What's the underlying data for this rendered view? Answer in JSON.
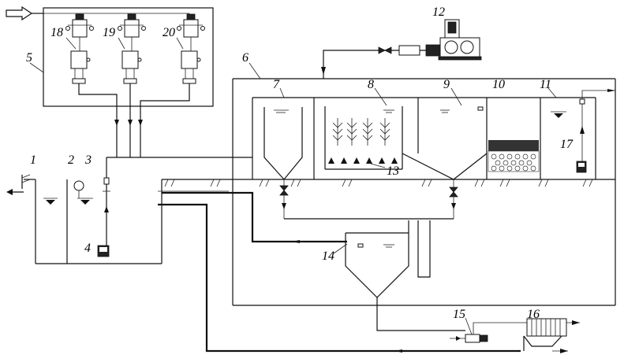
{
  "labels": {
    "n1": "1",
    "n2": "2",
    "n3": "3",
    "n4": "4",
    "n5": "5",
    "n6": "6",
    "n7": "7",
    "n8": "8",
    "n9": "9",
    "n10": "10",
    "n11": "11",
    "n12": "12",
    "n13": "13",
    "n14": "14",
    "n15": "15",
    "n16": "16",
    "n17": "17",
    "n18": "18",
    "n19": "19",
    "n20": "20"
  },
  "colors": {
    "line": "#111111",
    "background": "#ffffff"
  }
}
